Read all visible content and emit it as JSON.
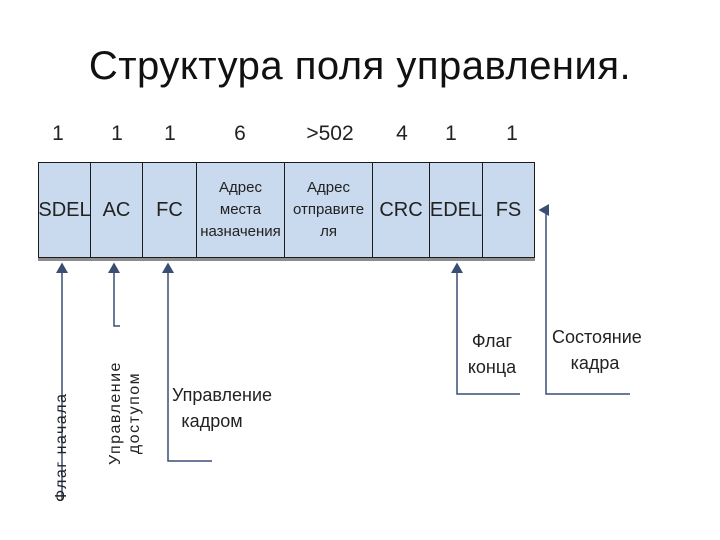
{
  "title": "Структура поля управления.",
  "fields": [
    {
      "size": "1",
      "label": "SDEL"
    },
    {
      "size": "1",
      "label": "AC"
    },
    {
      "size": "1",
      "label": "FC"
    },
    {
      "size": "6",
      "label": "Адрес места назначения"
    },
    {
      "size": ">502",
      "label": "Адрес отправите ля"
    },
    {
      "size": "4",
      "label": "CRC"
    },
    {
      "size": "1",
      "label": "EDEL"
    },
    {
      "size": "1",
      "label": "FS"
    }
  ],
  "annotations": {
    "start_flag": "Флаг начала",
    "access_control": "Управление доступом",
    "frame_control": "Управление кадром",
    "end_flag": "Флаг конца",
    "frame_status": "Состояние кадра"
  },
  "colors": {
    "field_fill": "#c9d9ee",
    "line": "#3a4e74"
  }
}
